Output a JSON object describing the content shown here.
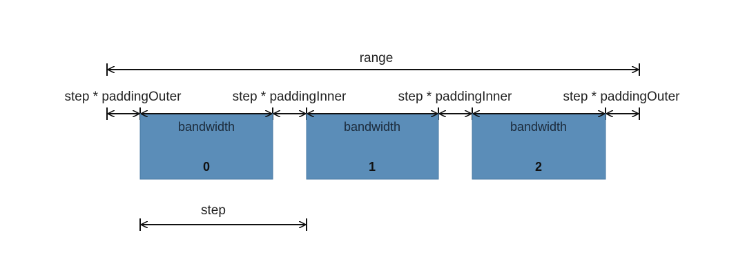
{
  "diagram": {
    "colors": {
      "band_fill": "#5b8db8",
      "band_stroke": "#4a7aa5",
      "line": "#111111",
      "background": "#ffffff"
    },
    "range_label": "range",
    "padding_labels": [
      "step * paddingOuter",
      "step * paddingInner",
      "step * paddingInner",
      "step * paddingOuter"
    ],
    "bands": [
      {
        "title": "bandwidth",
        "index": "0"
      },
      {
        "title": "bandwidth",
        "index": "1"
      },
      {
        "title": "bandwidth",
        "index": "2"
      }
    ],
    "step_label": "step"
  }
}
